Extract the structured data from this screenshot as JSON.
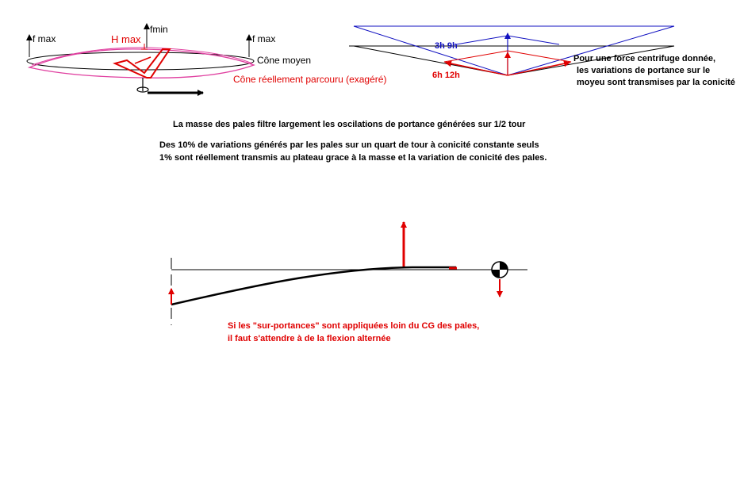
{
  "rotor_cone": {
    "label_fmax_left": "f max",
    "label_fmax_right": "f max",
    "label_fmin": "fmin",
    "label_hmax": "H max",
    "label_cone_moyen": "Cône moyen",
    "label_cone_reel": "Cône réellement parcouru (exagéré)"
  },
  "conicity_diagram": {
    "label_3h9h": "3h 9h",
    "label_6h12h": "6h 12h",
    "note_line1": "Pour une force centrifuge donnée,",
    "note_line2": "les variations de portance sur le",
    "note_line3": "moyeu sont transmises par la conicité"
  },
  "captions": {
    "line1": "La masse des pales filtre largement les oscilations de portance générées sur 1/2 tour",
    "line2": "Des 10% de variations générés par les pales sur un quart de tour à conicité constante seuls",
    "line3": "1% sont réellement transmis au plateau  grace à la masse et la variation de conicité des pales."
  },
  "blade_diagram": {
    "note_line1": "Si les \"sur-portances\" sont appliquées loin du CG des pales,",
    "note_line2": "il faut s'attendre à de la flexion alternée"
  },
  "colors": {
    "red": "#e00000",
    "blue": "#1010c0",
    "magenta": "#e040a0",
    "black": "#000000"
  }
}
